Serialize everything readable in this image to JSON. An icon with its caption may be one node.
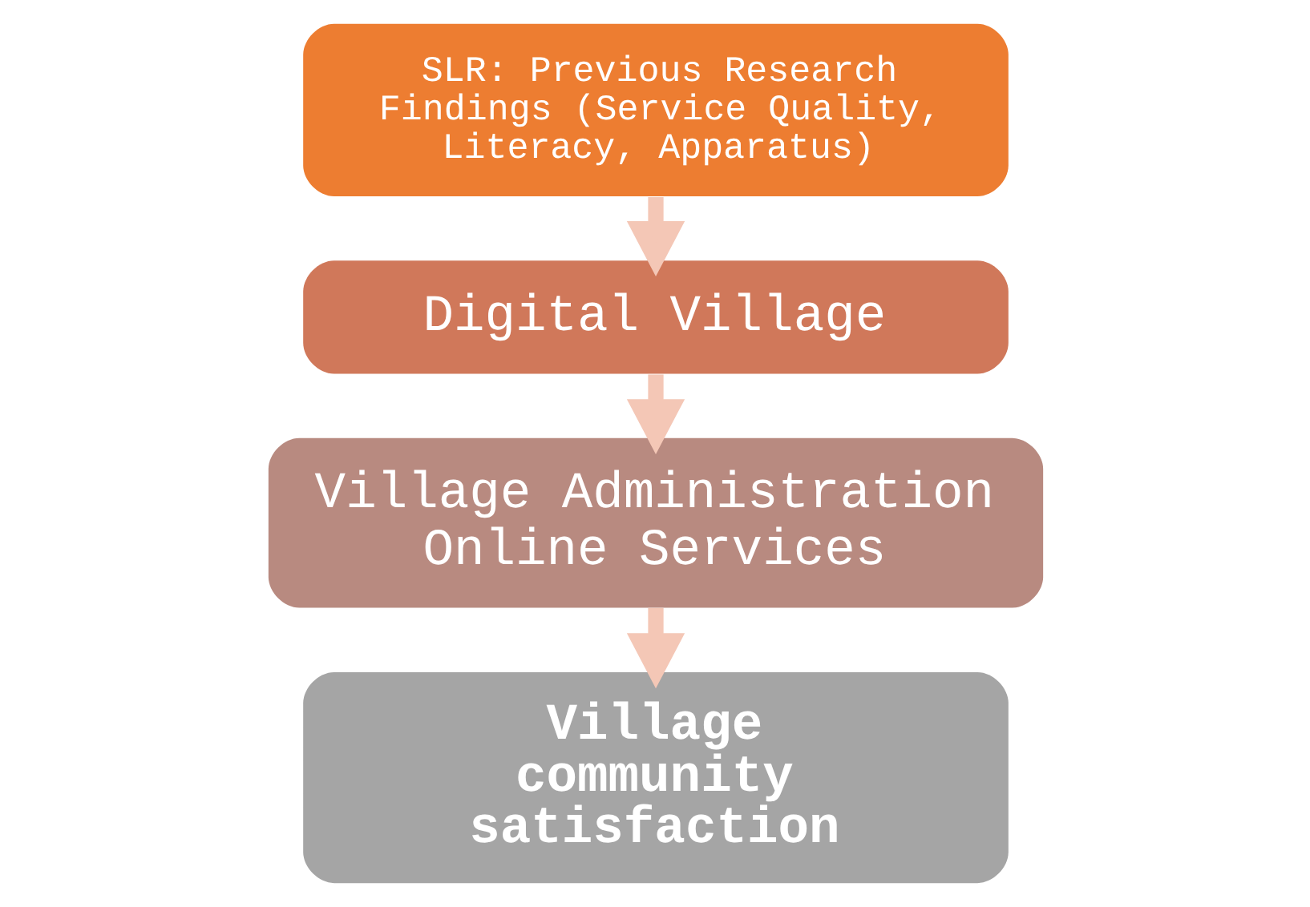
{
  "diagram": {
    "nodes": [
      {
        "text": [
          "SLR: Previous Research Findings (Service Quality, Literacy, Apparatus)"
        ]
      },
      {
        "text": [
          "Digital Village"
        ]
      },
      {
        "text": [
          "Village Administration Online Services"
        ]
      },
      {
        "text": [
          "Village community satisfaction"
        ]
      }
    ],
    "edges": [
      {
        "from": 0,
        "to": 1,
        "arrow": "to"
      },
      {
        "from": 1,
        "to": 2,
        "arrow": "to"
      },
      {
        "from": 2,
        "to": 3,
        "arrow": "to"
      }
    ]
  }
}
